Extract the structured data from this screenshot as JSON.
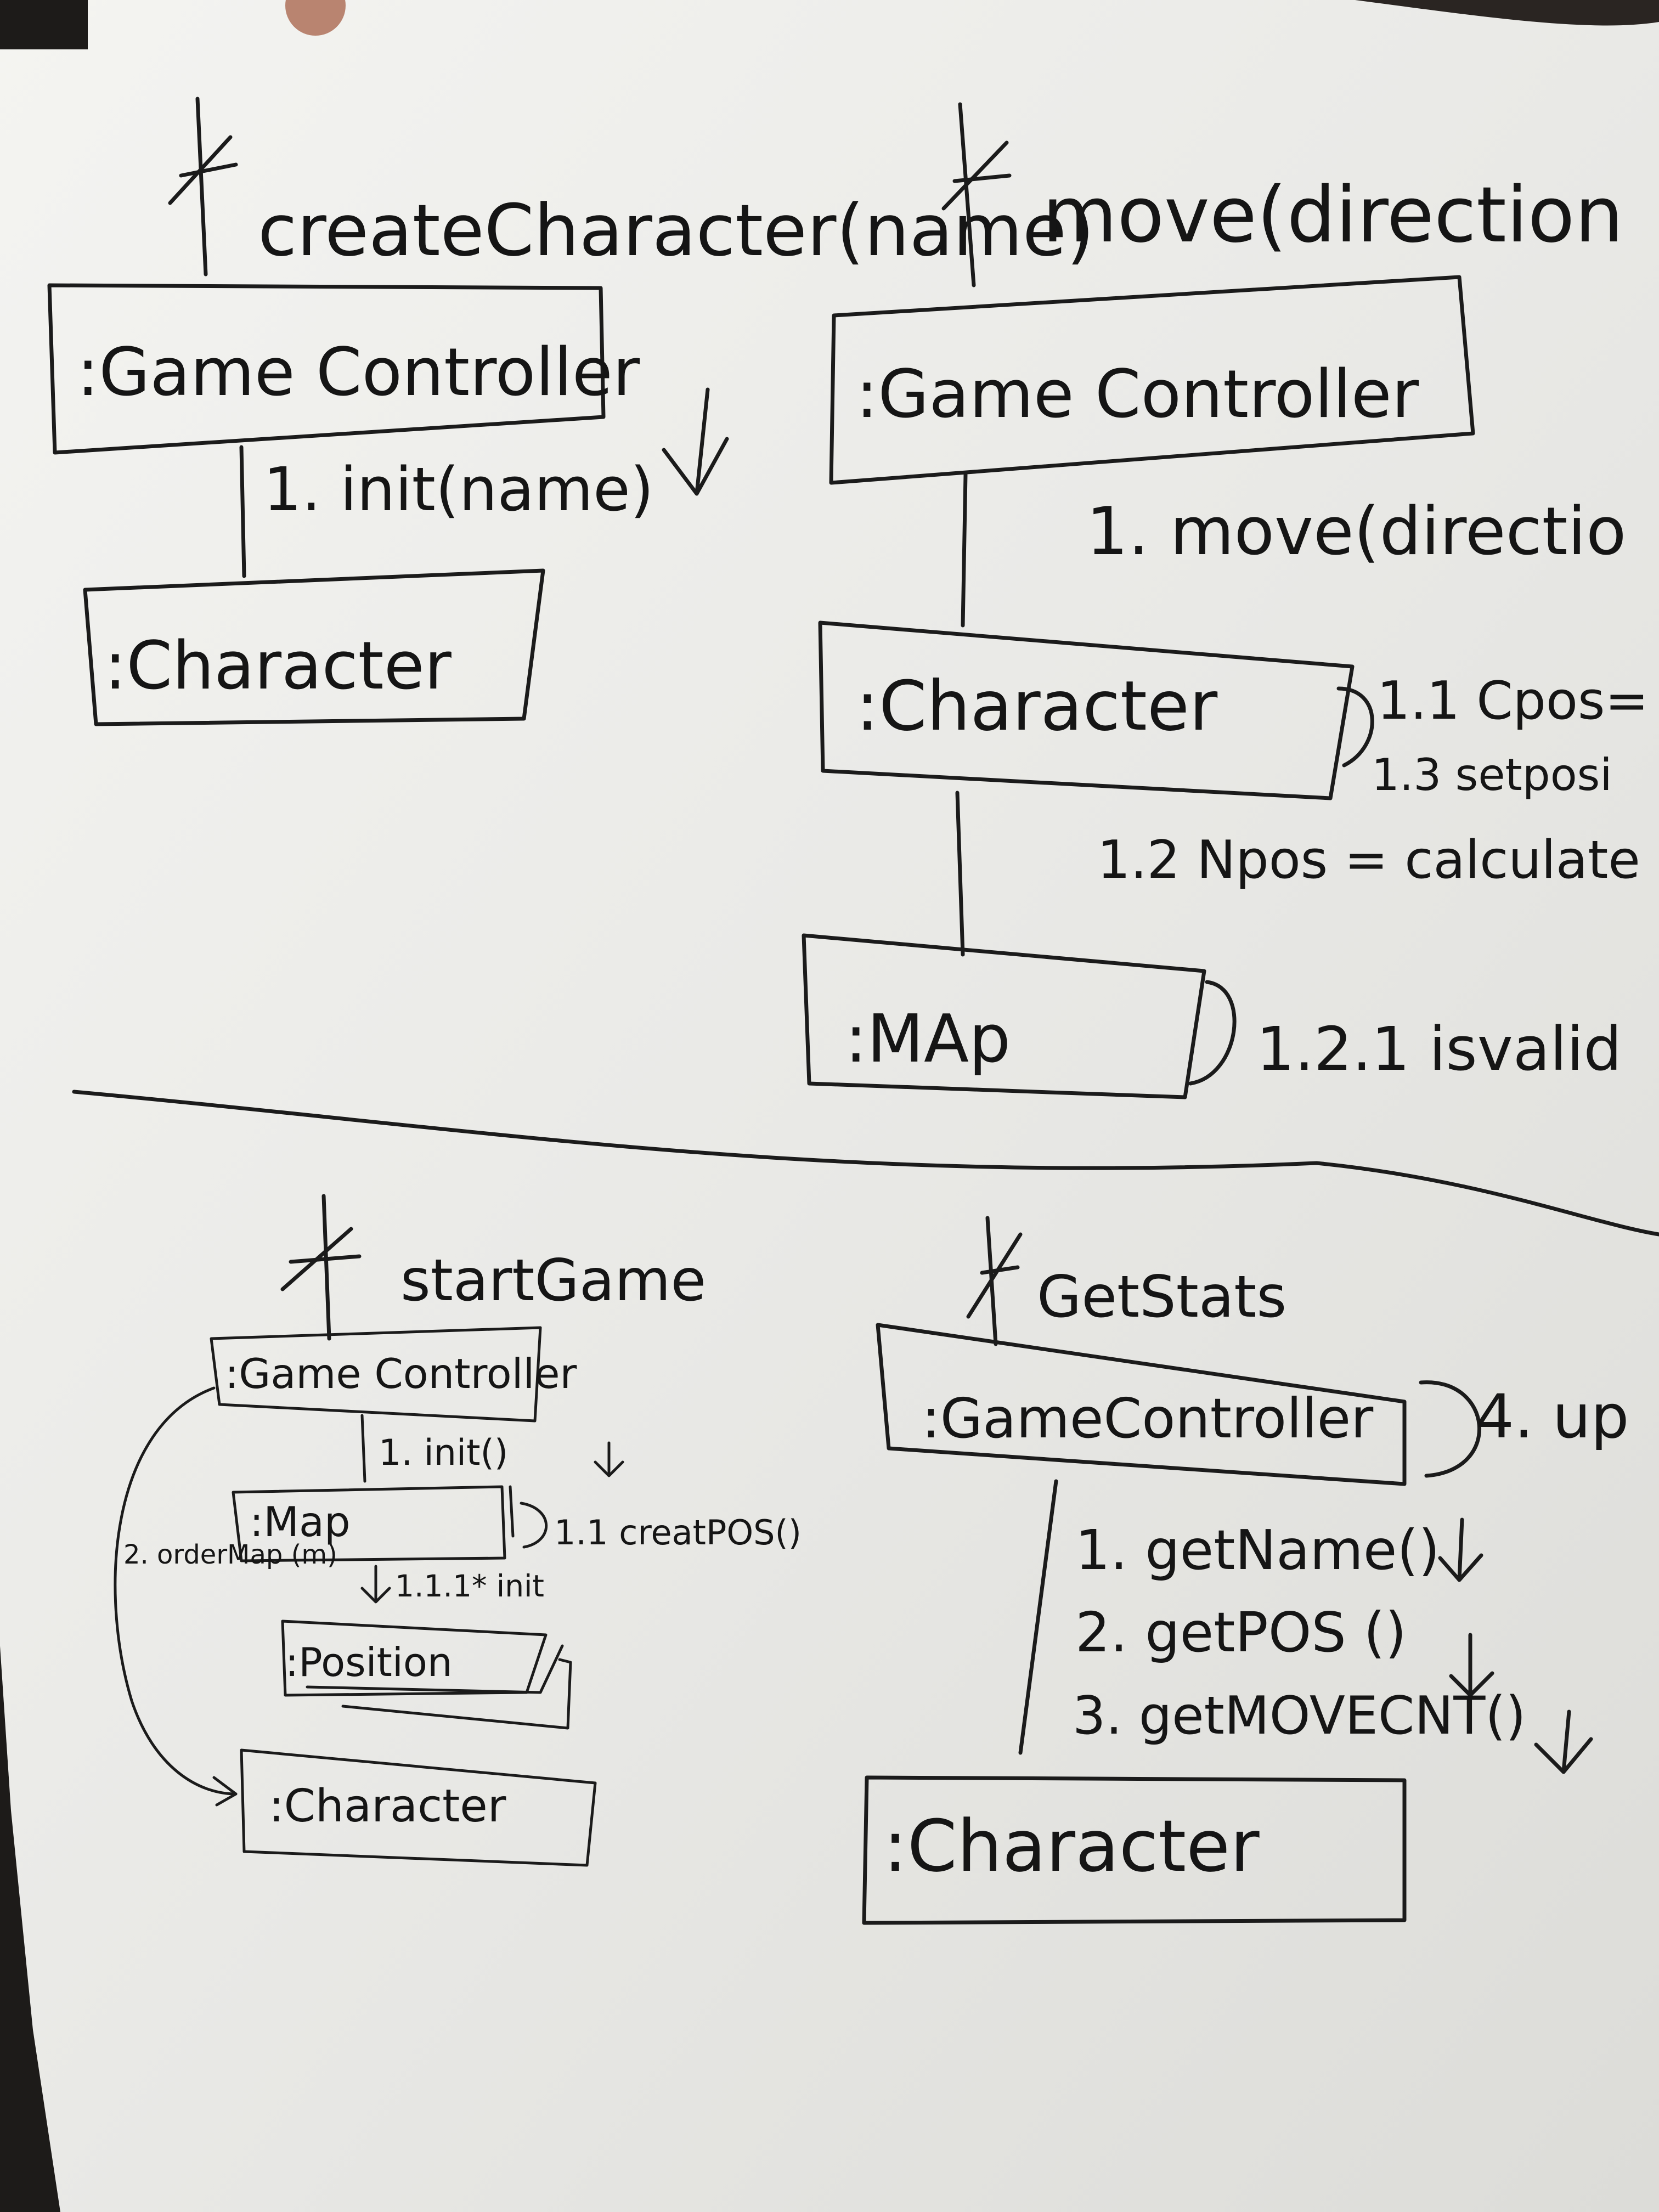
{
  "diagram": {
    "top_left": {
      "title": "createCharacter(name)",
      "objects": [
        ":Game Controller",
        ":Character"
      ],
      "messages": [
        "1. init(name)"
      ]
    },
    "top_right": {
      "title": "move(direction",
      "objects": [
        ":Game Controller",
        ":Character",
        ":MAp"
      ],
      "messages": [
        "1. move(directio",
        "1.1 Cpos=",
        "1.3 setposi",
        "1.2 Npos = calculate",
        "1.2.1 isvalid"
      ]
    },
    "bottom_left": {
      "title": "startGame",
      "objects": [
        ":Game Controller",
        ":Map",
        ":Position",
        ":Character"
      ],
      "messages": [
        "1. init()",
        "1.1 creatPOS()",
        "1.1.1* init",
        "2. orderMap (m)"
      ]
    },
    "bottom_right": {
      "title": "GetStats",
      "objects": [
        ":GameController",
        ":Character"
      ],
      "messages": [
        "1. getName()",
        "2. getPOS ()",
        "3. getMOVECNT()",
        "4. up"
      ]
    }
  }
}
